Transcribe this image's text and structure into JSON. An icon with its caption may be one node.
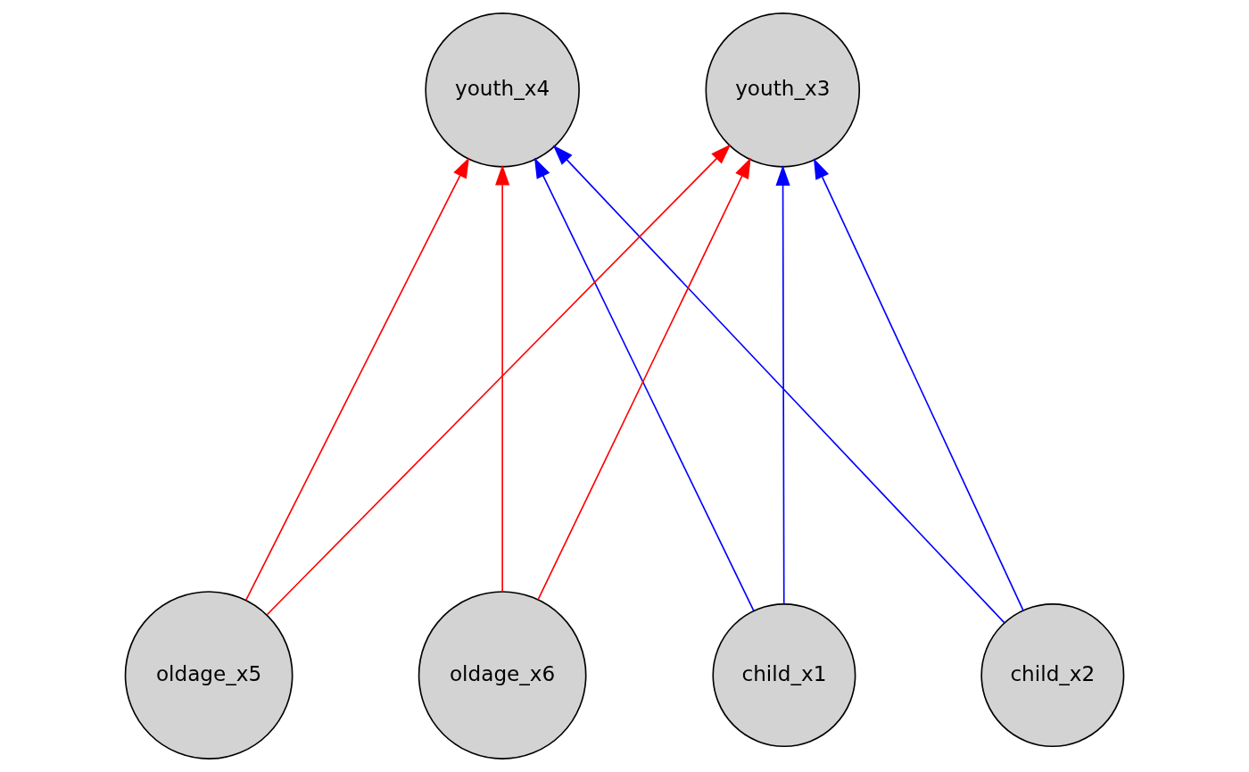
{
  "diagram": {
    "nodes": [
      {
        "text": [
          "youth_x4"
        ]
      },
      {
        "text": [
          "youth_x3"
        ]
      },
      {
        "text": [
          "child_x1"
        ]
      },
      {
        "text": [
          "child_x2"
        ]
      },
      {
        "text": [
          "oldage_x5"
        ]
      },
      {
        "text": [
          "oldage_x6"
        ]
      }
    ],
    "edges": [
      {
        "from": 2,
        "to": 0,
        "arrow": "to",
        "color": "#0000ff"
      },
      {
        "from": 2,
        "to": 1,
        "arrow": "to",
        "color": "#0000ff"
      },
      {
        "from": 3,
        "to": 0,
        "arrow": "to",
        "color": "#0000ff"
      },
      {
        "from": 3,
        "to": 1,
        "arrow": "to",
        "color": "#0000ff"
      },
      {
        "from": 4,
        "to": 0,
        "arrow": "to",
        "color": "#ff0000"
      },
      {
        "from": 4,
        "to": 1,
        "arrow": "to",
        "color": "#ff0000"
      },
      {
        "from": 5,
        "to": 0,
        "arrow": "to",
        "color": "#ff0000"
      },
      {
        "from": 5,
        "to": 1,
        "arrow": "to",
        "color": "#ff0000"
      }
    ]
  }
}
